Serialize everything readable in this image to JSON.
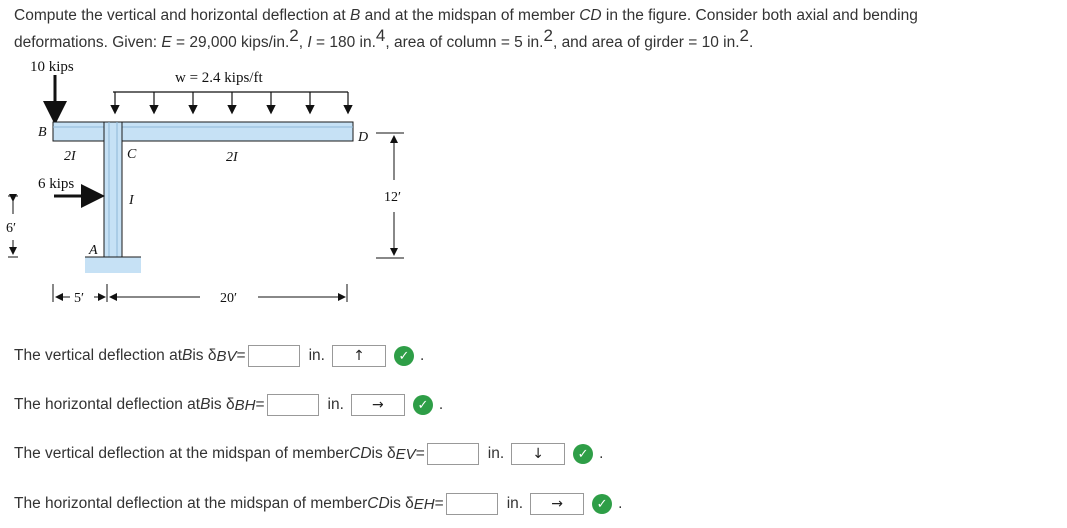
{
  "problem": {
    "line1": "Compute the vertical and horizontal deflection at ",
    "B": "B",
    "line1b": " and at the midspan of member ",
    "CD": "CD",
    "line1c": " in the figure. Consider both axial and bending",
    "line2a": "deformations. Given: ",
    "E": "E",
    "E_val": " = 29,000 kips/in.",
    "exp2": "2",
    "I": "I",
    "I_val": " = 180 in.",
    "exp4": "4",
    "col_area": ", area of column = 5 in.",
    "girder_area": ", and area of girder = 10 in.",
    "period": "."
  },
  "figure": {
    "load_10": "10 kips",
    "load_w": "w = 2.4 kips/ft",
    "label_B": "B",
    "label_D": "D",
    "label_C": "C",
    "label_A": "A",
    "label_2I_left": "2I",
    "label_2I_mid": "2I",
    "label_I": "I",
    "load_6": "6 kips",
    "dim_6": "6′",
    "dim_12": "12′",
    "dim_5": "5′",
    "dim_20": "20′"
  },
  "questions": [
    {
      "pre": "The vertical deflection at ",
      "var": "B",
      "mid": " is δ",
      "sub": "BV",
      "eq": "=",
      "unit": "in.",
      "dir": "↑",
      "check": "✓",
      "dot": "."
    },
    {
      "pre": "The horizontal deflection at ",
      "var": "B",
      "mid": " is δ",
      "sub": "BH",
      "eq": "=",
      "unit": "in.",
      "dir": "→",
      "check": "✓",
      "dot": "."
    },
    {
      "pre": "The vertical deflection at the midspan of member ",
      "var": "CD",
      "mid": " is δ",
      "sub": "EV",
      "eq": "=",
      "unit": "in.",
      "dir": "↓",
      "check": "✓",
      "dot": "."
    },
    {
      "pre": "The horizontal deflection at the midspan of member ",
      "var": "CD",
      "mid": " is δ",
      "sub": "EH",
      "eq": "=",
      "unit": "in.",
      "dir": "→",
      "check": "✓",
      "dot": "."
    }
  ],
  "colors": {
    "member_fill": "#c6e1f5",
    "member_stroke": "#1a1a1a",
    "check_green": "#2e9e47"
  }
}
